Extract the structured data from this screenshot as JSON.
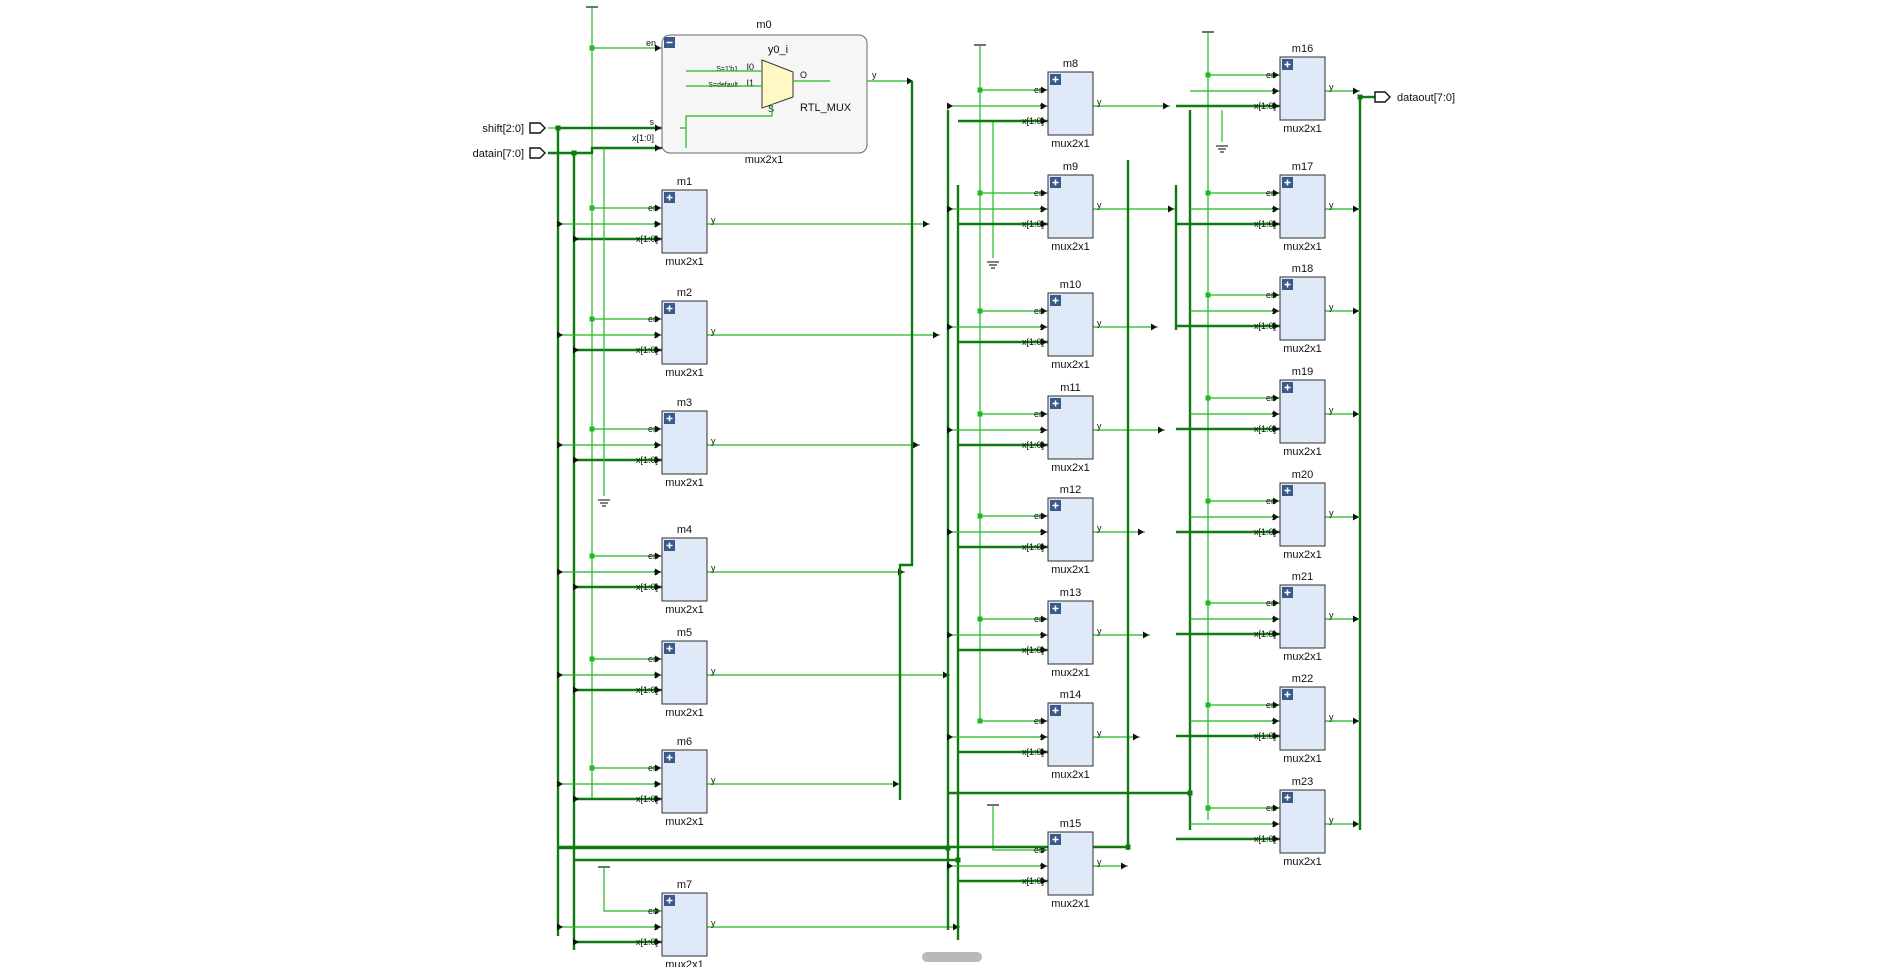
{
  "ports": {
    "inputs": [
      {
        "id": "shift",
        "label": "shift[2:0]"
      },
      {
        "id": "datain",
        "label": "datain[7:0]"
      }
    ],
    "outputs": [
      {
        "id": "dataout",
        "label": "dataout[7:0]"
      }
    ]
  },
  "top_module": {
    "instance": "m0",
    "module": "mux2x1",
    "pins": {
      "en": "en",
      "s": "s",
      "x": "x[1:0]",
      "y": "y"
    },
    "internal_mux": {
      "instance": "y0_i",
      "type": "RTL_MUX",
      "in0": "I0",
      "in1": "I1",
      "out": "O",
      "sel": "S",
      "cond0": "S=1'b1",
      "cond1": "S=default"
    }
  },
  "cell_pins": {
    "en": "en",
    "s": "s",
    "x": "x[1:0]",
    "y": "y"
  },
  "cell_module": "mux2x1",
  "cells": [
    {
      "instance": "m1"
    },
    {
      "instance": "m2"
    },
    {
      "instance": "m3"
    },
    {
      "instance": "m4"
    },
    {
      "instance": "m5"
    },
    {
      "instance": "m6"
    },
    {
      "instance": "m7"
    },
    {
      "instance": "m8"
    },
    {
      "instance": "m9"
    },
    {
      "instance": "m10"
    },
    {
      "instance": "m11"
    },
    {
      "instance": "m12"
    },
    {
      "instance": "m13"
    },
    {
      "instance": "m14"
    },
    {
      "instance": "m15"
    },
    {
      "instance": "m16"
    },
    {
      "instance": "m17"
    },
    {
      "instance": "m18"
    },
    {
      "instance": "m19"
    },
    {
      "instance": "m20"
    },
    {
      "instance": "m21"
    },
    {
      "instance": "m22"
    },
    {
      "instance": "m23"
    }
  ],
  "colors": {
    "wire": "#22b822",
    "bus": "#0f7a0f",
    "cell_fill": "#dfe9f7",
    "mux_fill": "#fff8c4",
    "expand_icon": "#3a5a8c"
  },
  "icons": {
    "expand": "plus-square-icon",
    "power": "vcc-icon",
    "ground": "ground-icon"
  }
}
